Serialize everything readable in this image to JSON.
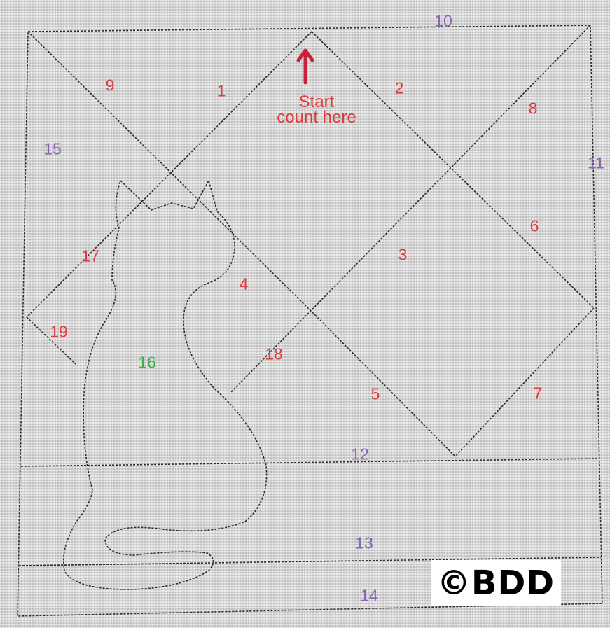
{
  "colors": {
    "red": "#e03a3e",
    "purple": "#8a64b4",
    "green": "#3cae4a",
    "arrow": "#cc1f3a",
    "stitch": "#2a2a2a"
  },
  "pattern": {
    "red_numbers": [
      "1",
      "2",
      "3",
      "4",
      "5",
      "6",
      "7",
      "8",
      "9",
      "17",
      "18",
      "19"
    ],
    "purple_numbers": [
      "10",
      "11",
      "12",
      "13",
      "14",
      "15"
    ],
    "green_numbers": [
      "16"
    ],
    "start_note": {
      "line1": "Start",
      "line2": "count here"
    },
    "watermark": "©BDD"
  }
}
